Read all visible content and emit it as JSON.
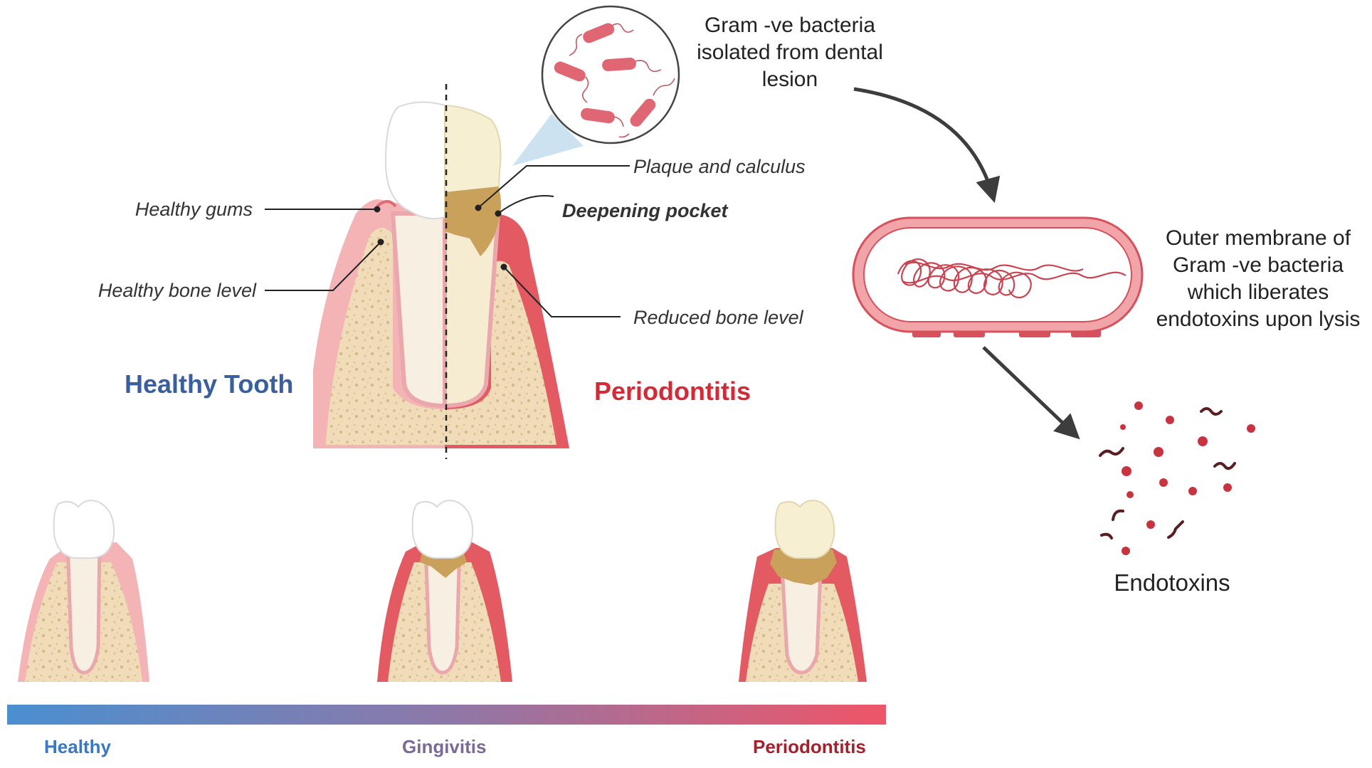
{
  "labels": {
    "healthy_gums": "Healthy gums",
    "healthy_bone_level": "Healthy bone level",
    "plaque_and_calculus": "Plaque and calculus",
    "deepening_pocket": "Deepening pocket",
    "reduced_bone_level": "Reduced bone level",
    "healthy_tooth": "Healthy Tooth",
    "periodontitis_title": "Periodontitis",
    "bacteria_line1": "Gram -ve bacteria",
    "bacteria_line2": "isolated from dental",
    "bacteria_line3": "lesion",
    "membrane_line1": "Outer membrane of",
    "membrane_line2": "Gram -ve bacteria",
    "membrane_line3": "which liberates",
    "membrane_line4": "endotoxins upon lysis",
    "endotoxins": "Endotoxins"
  },
  "scale": {
    "healthy": "Healthy",
    "gingivitis": "Gingivitis",
    "periodontitis": "Periodontitis"
  },
  "colors": {
    "healthy_blue": "#3a5fa0",
    "periodontitis_red": "#d42a35",
    "gingivitis_purple": "#7b6a98",
    "scale_dark_red": "#a81f2c",
    "gum_pink": "#f2a9ad",
    "gum_red": "#e0505a",
    "bone": "#f0dcb8",
    "enamel": "#ffffff",
    "dentin": "#f6eed7",
    "calculus": "#c9a15a",
    "bacteria": "#e06673"
  }
}
